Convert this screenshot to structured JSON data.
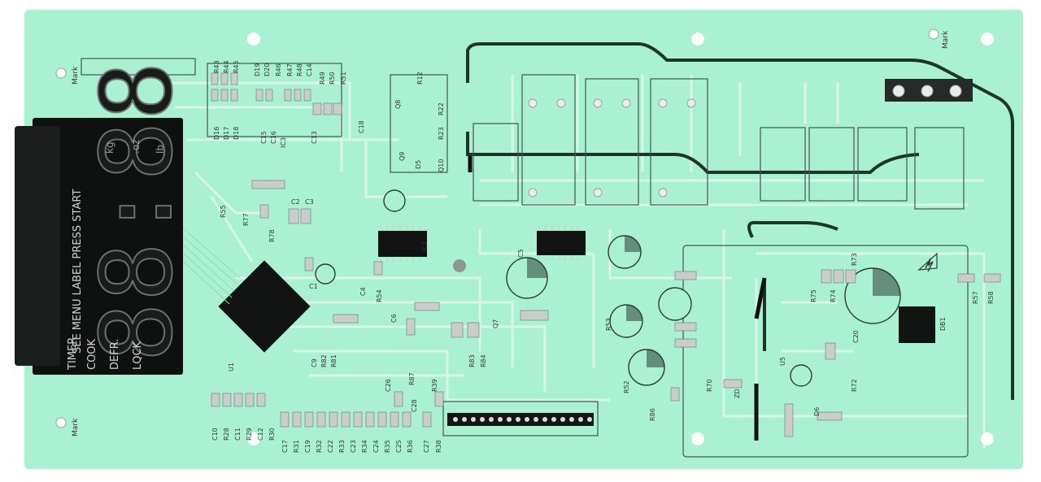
{
  "display": {
    "digits": "88:88",
    "mode_labels": [
      "TIMER",
      "COOK",
      "DEFR.",
      "LQCK"
    ],
    "top_labels": "SEE MENU LABEL PRESS START",
    "units": [
      "kg",
      ".oz",
      "lb"
    ]
  },
  "board": {
    "marks": [
      "Mark",
      "Mark",
      "Mark"
    ],
    "silkscreen_left": [
      "R43",
      "R44",
      "R45",
      "D19",
      "D20",
      "R46",
      "R47",
      "R48",
      "C14",
      "R49",
      "R50",
      "R51",
      "D16",
      "D17",
      "D18",
      "C15",
      "C16",
      "IC3",
      "C13",
      "C18",
      "R12",
      "Q8",
      "R22",
      "R23",
      "Q9",
      "D5",
      "Q10",
      "R55",
      "R77",
      "R78",
      "C2",
      "C3",
      "C1",
      "C4",
      "R54",
      "C5",
      "C6",
      "R53",
      "R52",
      "R70",
      "R86",
      "U1",
      "IC2",
      "C9",
      "R82",
      "R81",
      "C26",
      "R87",
      "R39",
      "C28",
      "R83",
      "R84",
      "C10",
      "R28",
      "C11",
      "R29",
      "C12",
      "R30",
      "C17",
      "R31",
      "C19",
      "R32",
      "C22",
      "R33",
      "C23",
      "R34",
      "C24",
      "R35",
      "C25",
      "R36",
      "C27",
      "R38",
      "Q7"
    ],
    "silkscreen_right": [
      "R73",
      "R74",
      "R75",
      "R57",
      "R58",
      "DB1",
      "R72",
      "C20",
      "D6",
      "ZD",
      "U5"
    ]
  }
}
